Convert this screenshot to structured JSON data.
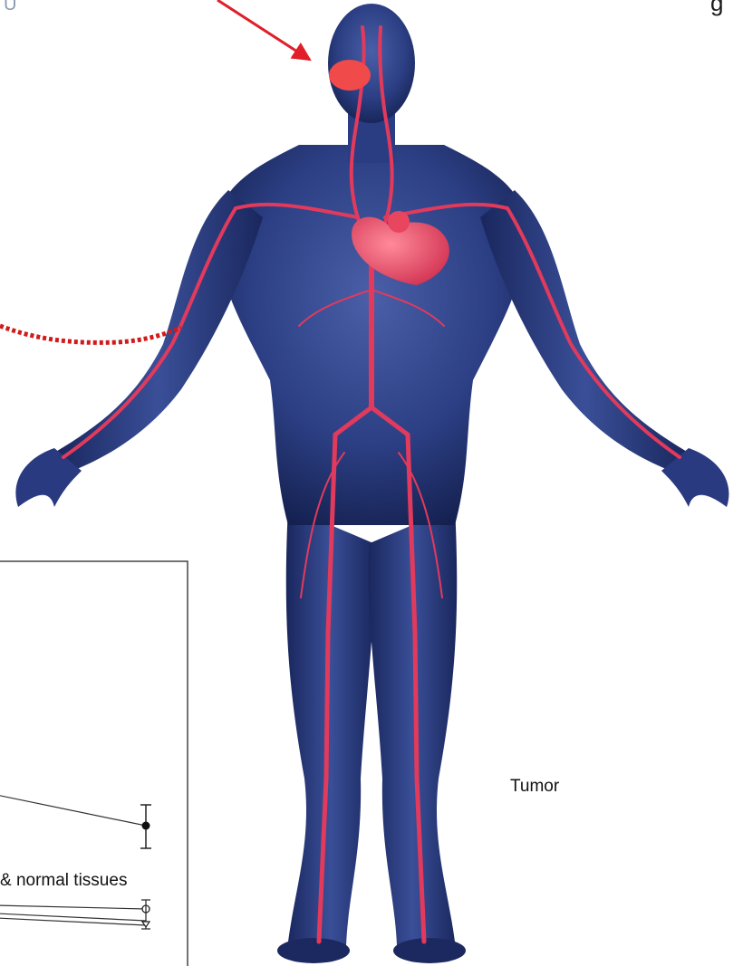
{
  "corner_text": {
    "top_left": "U",
    "top_right": "g"
  },
  "chart": {
    "series_labels": {
      "tumor": "Tumor",
      "normal": "& normal tissues"
    }
  },
  "colors": {
    "body_fill": "#2c3f84",
    "body_dark": "#14204f",
    "vessel": "#e23a5c",
    "heart": "#e8455e",
    "marker": "#f04a4a",
    "arrow": "#e01f2a",
    "dotted_line": "#d11a1a",
    "chart_line": "#333333"
  },
  "icons": {
    "anatomy": "human-circulatory-system-figure",
    "tumor_marker": "red-oval-marker",
    "pointer": "red-arrow-icon"
  }
}
